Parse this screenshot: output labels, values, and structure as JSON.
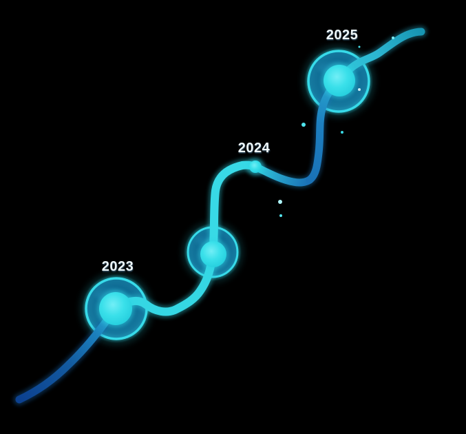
{
  "timeline": {
    "milestones": [
      {
        "year": "2023"
      },
      {
        "year": "2024"
      },
      {
        "year": "2025"
      }
    ]
  },
  "colors": {
    "background": "#000000",
    "curve_deep_blue": "#0c4190",
    "curve_blue": "#1a72b6",
    "curve_cyan": "#33d4e2",
    "curve_teal_end": "#1795b2",
    "node_ring_fill": "#0f6a93",
    "node_rim": "#3adcea",
    "node_core": "#35dfe9",
    "marker_dot": "#3fe4ee",
    "sparkle": "#5ae7ef",
    "label_text": "#edf6f9"
  }
}
